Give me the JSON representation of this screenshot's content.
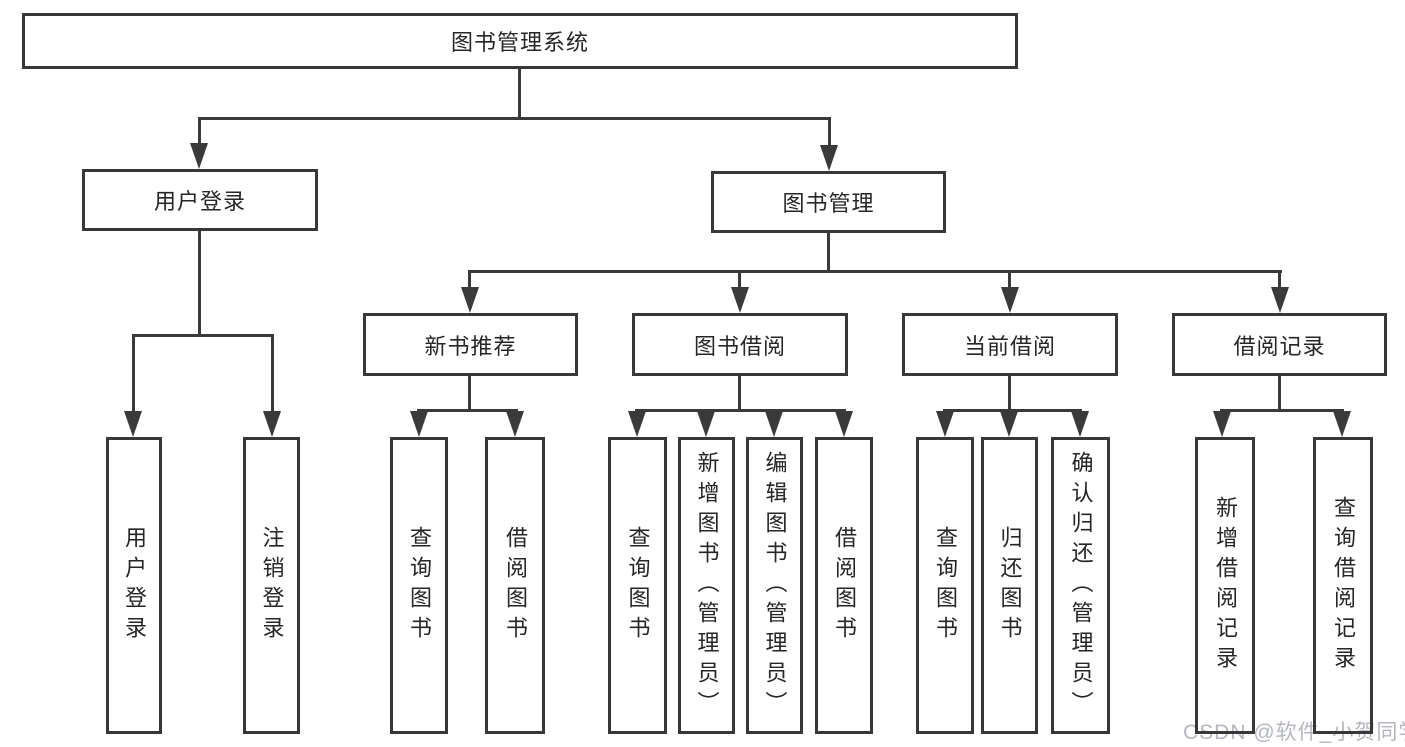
{
  "tree": {
    "label": "图书管理系统",
    "children": [
      {
        "label": "用户登录",
        "children": [
          {
            "label": "用户登录"
          },
          {
            "label": "注销登录"
          }
        ]
      },
      {
        "label": "图书管理",
        "children": [
          {
            "label": "新书推荐",
            "children": [
              {
                "label": "查询图书"
              },
              {
                "label": "借阅图书"
              }
            ]
          },
          {
            "label": "图书借阅",
            "children": [
              {
                "label": "查询图书"
              },
              {
                "label": "新增图书（管理员）"
              },
              {
                "label": "编辑图书（管理员）"
              },
              {
                "label": "借阅图书"
              }
            ]
          },
          {
            "label": "当前借阅",
            "children": [
              {
                "label": "查询图书"
              },
              {
                "label": "归还图书"
              },
              {
                "label": "确认归还（管理员）"
              }
            ]
          },
          {
            "label": "借阅记录",
            "children": [
              {
                "label": "新增借阅记录"
              },
              {
                "label": "查询借阅记录"
              }
            ]
          }
        ]
      }
    ]
  },
  "watermark": {
    "text": "CSDN @软件_小贺同学"
  },
  "colors": {
    "line": "#3a3a3a",
    "text": "#262626",
    "watermark": "#b4b8be",
    "background": "#ffffff"
  }
}
